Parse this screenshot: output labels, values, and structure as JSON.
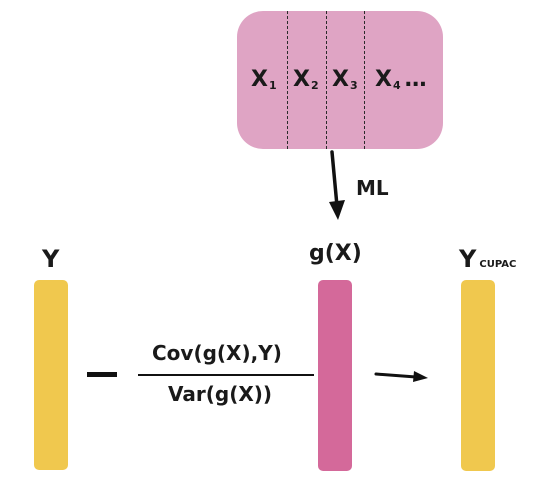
{
  "feature_box": {
    "features": [
      {
        "letter": "X",
        "sub": "1"
      },
      {
        "letter": "X",
        "sub": "2"
      },
      {
        "letter": "X",
        "sub": "3"
      },
      {
        "letter": "X",
        "sub": "4"
      }
    ],
    "ellipsis": "…"
  },
  "ml_label": "ML",
  "y_label": "Y",
  "gx_label": "g(X)",
  "ycupac": {
    "main": "Y",
    "sub": "CUPAC"
  },
  "fraction": {
    "numerator": "Cov(g(X),Y)",
    "denominator": "Var(g(X))"
  },
  "colors": {
    "feature_box": "#dfa4c4",
    "y_bar": "#f0c84e",
    "gx_bar": "#d4699a",
    "ycupac_bar": "#f0c84e"
  }
}
